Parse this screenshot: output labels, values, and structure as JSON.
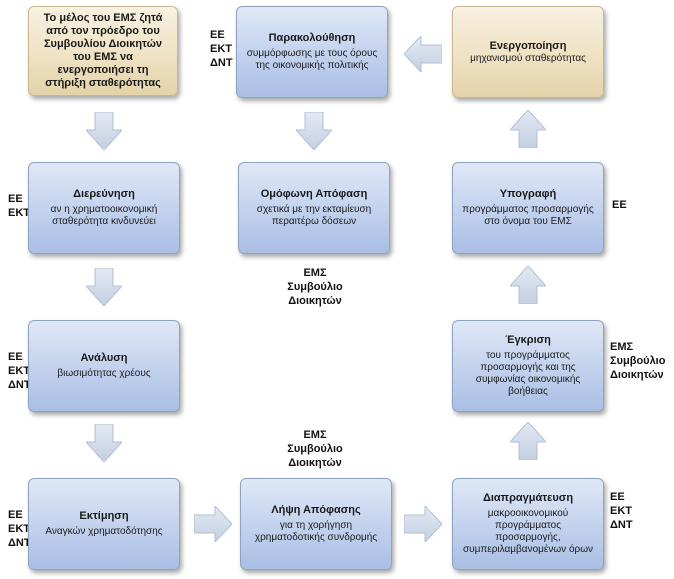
{
  "boxes": {
    "member_request": {
      "title": "Το μέλος του ΕΜΣ ζητά από τον πρόεδρο του Συμβουλίου Διοικητών του ΕΜΣ να ενεργοποιήσει τη στήριξη σταθερότητας",
      "sub": ""
    },
    "monitoring": {
      "title": "Παρακολούθηση",
      "sub": "συμμόρφωσης με τους όρους της οικονομικής πολιτικής"
    },
    "activation": {
      "title": "Ενεργοποίηση",
      "sub": "μηχανισμού σταθερότητας"
    },
    "investigation": {
      "title": "Διερεύνηση",
      "sub": "αν η χρηματοοικονομική σταθερότητα κινδυνεύει"
    },
    "unanimous": {
      "title": "Ομόφωνη Απόφαση",
      "sub": "σχετικά με την εκταμίευση περαιτέρω δόσεων"
    },
    "signature": {
      "title": "Υπογραφή",
      "sub": "προγράμματος προσαρμογής στο όνομα του ΕΜΣ"
    },
    "analysis": {
      "title": "Ανάλυση",
      "sub": "βιωσιμότητας χρέους"
    },
    "approval": {
      "title": "Έγκριση",
      "sub": "του προγράμματος προσαρμογής και της συμφωνίας οικονομικής βοήθειας"
    },
    "assessment": {
      "title": "Εκτίμηση",
      "sub": "Αναγκών χρηματοδότησης"
    },
    "decision": {
      "title": "Λήψη Απόφασης",
      "sub": "για τη χορήγηση χρηματοδοτικής συνδρομής"
    },
    "negotiation": {
      "title": "Διαπραγμάτευση",
      "sub": "μακροοικονομικού προγράμματος προσαρμογής, συμπεριλαμβανομένων όρων"
    }
  },
  "labels": {
    "monitoring_actors": [
      "ΕΕ",
      "ΕΚΤ",
      "ΔΝΤ"
    ],
    "investigation_actors": [
      "ΕΕ",
      "ΕΚΤ"
    ],
    "unanimous_actors": [
      "ΕΜΣ",
      "Συμβούλιο",
      "Διοικητών"
    ],
    "signature_actors": [
      "ΕΕ"
    ],
    "analysis_actors": [
      "ΕΕ",
      "ΕΚΤ",
      "ΔΝΤ"
    ],
    "approval_actors": [
      "ΕΜΣ",
      "Συμβούλιο",
      "Διοικητών"
    ],
    "decision_actors": [
      "ΕΜΣ",
      "Συμβούλιο",
      "Διοικητών"
    ],
    "assessment_actors": [
      "ΕΕ",
      "ΕΚΤ",
      "ΔΝΤ"
    ],
    "negotiation_actors": [
      "ΕΕ",
      "ΕΚΤ",
      "ΔΝΤ"
    ]
  },
  "colors": {
    "arrow_fill": "#d3dcea",
    "arrow_stroke": "#b3bfd3"
  }
}
